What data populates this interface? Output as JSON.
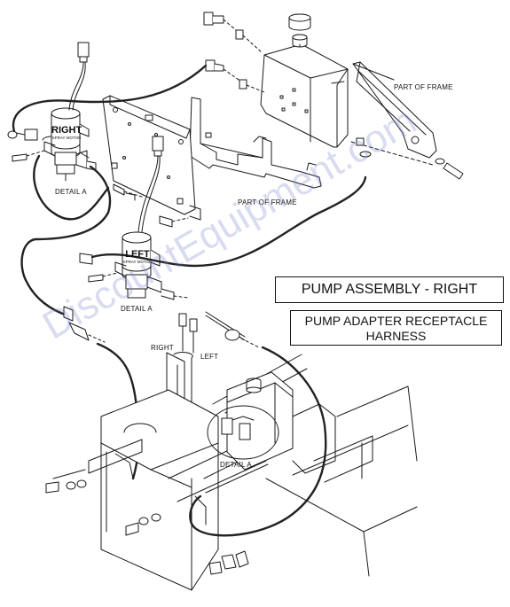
{
  "diagram": {
    "title": "PUMP ASSEMBLY - RIGHT",
    "subtitle": "PUMP ADAPTER RECEPTACLE HARNESS",
    "callouts": {
      "part_of_frame_top": "PART OF FRAME",
      "part_of_frame_mid": "PART OF FRAME",
      "detail_a_1": "DETAIL A",
      "detail_a_2": "DETAIL A",
      "detail_a_3": "DETAIL A",
      "right": "RIGHT",
      "left": "LEFT"
    },
    "motor_right": {
      "name": "RIGHT",
      "sub": "SPRAY MOTOR"
    },
    "motor_left": {
      "name": "LEFT",
      "sub": "SPRAY MOTOR"
    },
    "watermark": "DiscountEquipment.com"
  },
  "colors": {
    "line": "#1a1a1a",
    "hose": "#222222",
    "fill": "#ffffff",
    "watermark": "#7882c8"
  }
}
